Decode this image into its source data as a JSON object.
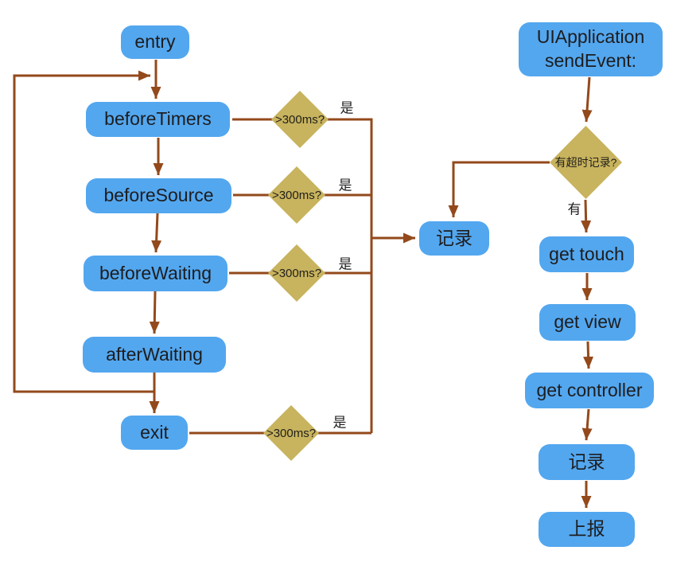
{
  "nodes": {
    "entry": {
      "label": "entry"
    },
    "before_timers": {
      "label": "beforeTimers"
    },
    "before_source": {
      "label": "beforeSource"
    },
    "before_waiting": {
      "label": "beforeWaiting"
    },
    "after_waiting": {
      "label": "afterWaiting"
    },
    "exit": {
      "label": "exit"
    },
    "record_left": {
      "label": "记录"
    },
    "uiapplication": {
      "label_line1": "UIApplication",
      "label_line2": "sendEvent:"
    },
    "get_touch": {
      "label": "get touch"
    },
    "get_view": {
      "label": "get view"
    },
    "get_controller": {
      "label": "get controller"
    },
    "record_right": {
      "label": "记录"
    },
    "report": {
      "label": "上报"
    }
  },
  "decisions": {
    "timer_check_1": {
      "label": ">300ms?"
    },
    "timer_check_2": {
      "label": ">300ms?"
    },
    "timer_check_3": {
      "label": ">300ms?"
    },
    "timer_check_exit": {
      "label": ">300ms?"
    },
    "has_timeout_record": {
      "label": "有超时记录?"
    }
  },
  "edge_labels": {
    "yes_1": "是",
    "yes_2": "是",
    "yes_3": "是",
    "yes_exit": "是",
    "has": "有"
  },
  "colors": {
    "node_fill": "#53a7ef",
    "diamond_fill": "#c8b35e",
    "connector": "#93491b",
    "text": "#1d1d1f",
    "background": "#ffffff"
  }
}
